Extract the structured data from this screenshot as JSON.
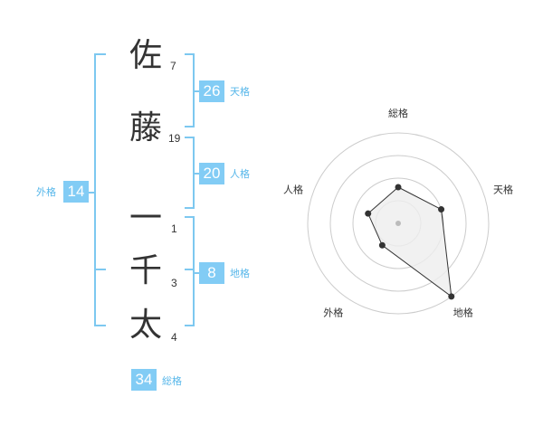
{
  "name": {
    "surname": [
      {
        "char": "佐",
        "strokes": "7"
      },
      {
        "char": "藤",
        "strokes": "19"
      }
    ],
    "given": [
      {
        "char": "一",
        "strokes": "1"
      },
      {
        "char": "千",
        "strokes": "3"
      },
      {
        "char": "太",
        "strokes": "4"
      }
    ]
  },
  "scores": {
    "tenkaku": {
      "value": "26",
      "label": "天格"
    },
    "jinkaku": {
      "value": "20",
      "label": "人格"
    },
    "chikaku": {
      "value": "8",
      "label": "地格"
    },
    "gaikaku": {
      "value": "14",
      "label": "外格"
    },
    "soukaku": {
      "value": "34",
      "label": "総格"
    }
  },
  "radar": {
    "axes": [
      "総格",
      "天格",
      "地格",
      "外格",
      "人格"
    ],
    "levels": 4,
    "values": [
      0.4,
      0.5,
      1.0,
      0.3,
      0.35
    ],
    "colors": {
      "ring": "#cccccc",
      "fill": "#eeeeee",
      "line": "#333333",
      "center": "#bbbbbb"
    }
  },
  "colors": {
    "accent": "#82ccf5",
    "accent_text": "#57b7ea",
    "bracket": "#7dc8f0"
  }
}
